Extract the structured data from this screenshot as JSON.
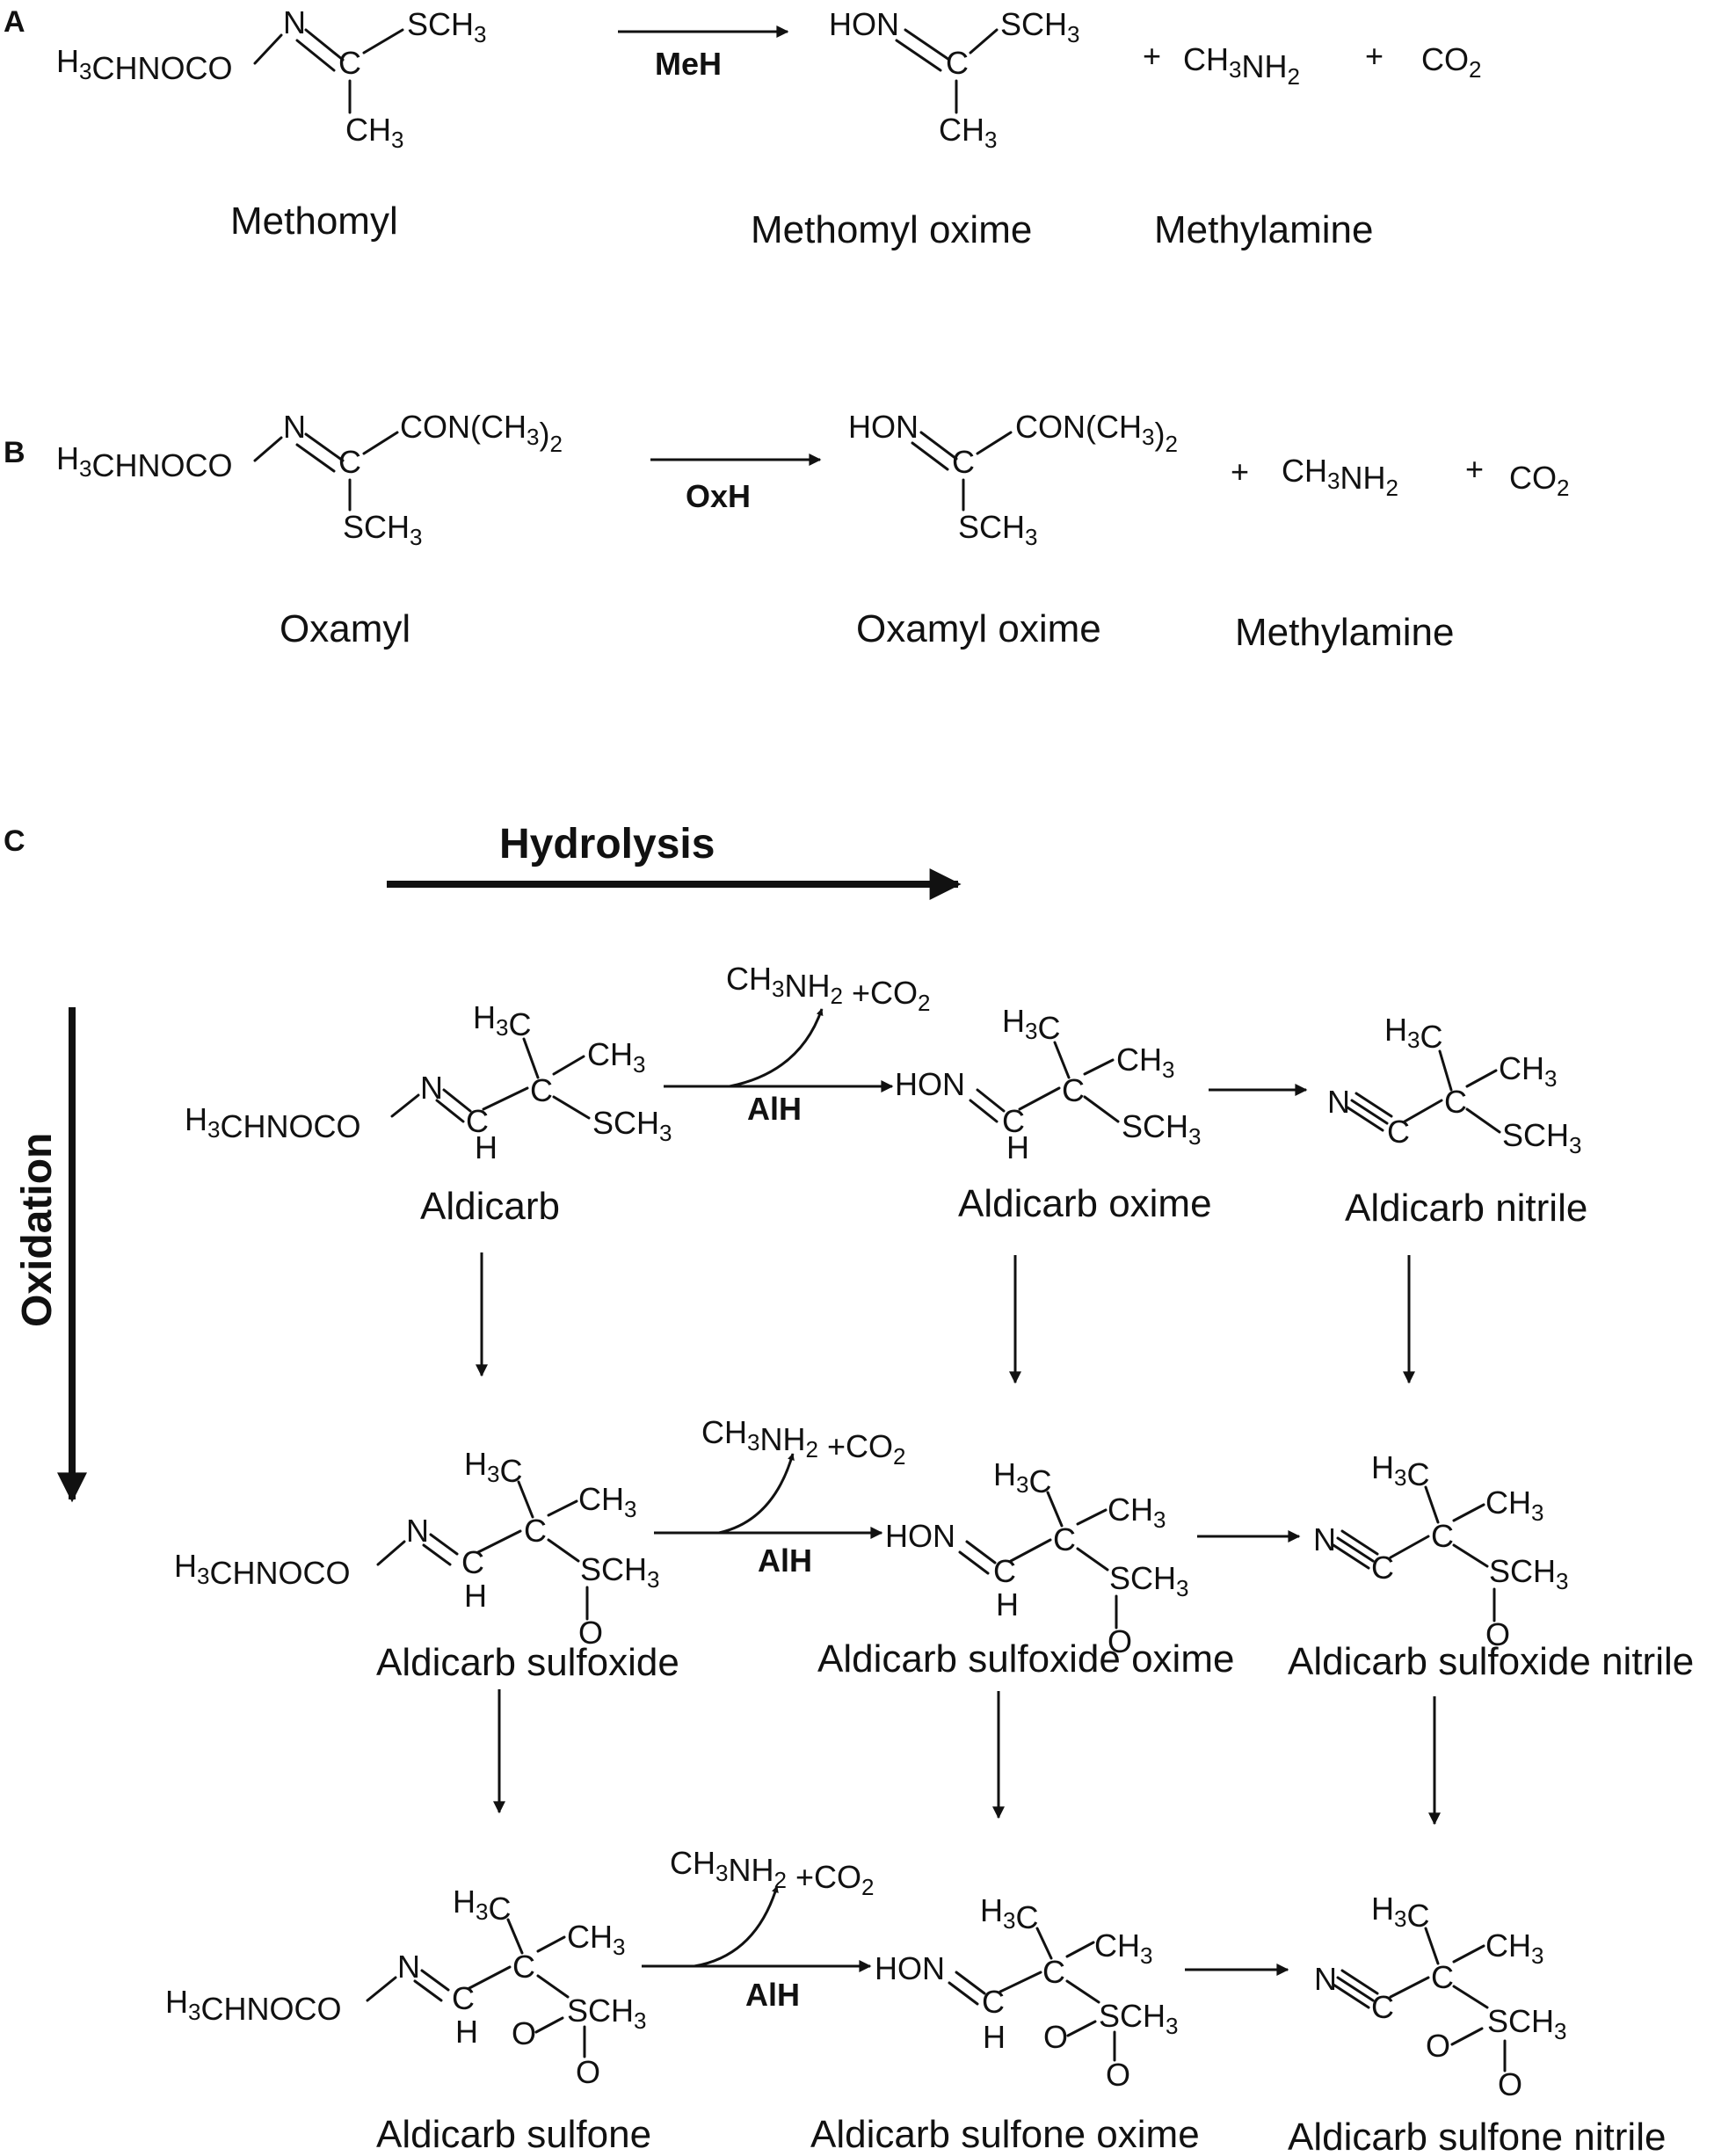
{
  "panels": [
    "A",
    "B",
    "C"
  ],
  "panel_a": {
    "reactant": {
      "left": "H3CHNOCO",
      "n": "N",
      "c": "C",
      "s": "SCH3",
      "me": "CH3"
    },
    "enzyme": "MeH",
    "product": {
      "hon": "HON",
      "c": "C",
      "s": "SCH3",
      "me": "CH3"
    },
    "plus": "+",
    "amine": "CH3NH2",
    "co2": "CO2",
    "labels": {
      "reactant": "Methomyl",
      "oxime": "Methomyl oxime",
      "amine": "Methylamine"
    }
  },
  "panel_b": {
    "reactant": {
      "left": "H3CHNOCO",
      "n": "N",
      "c": "C",
      "amide": "CON(CH3)2",
      "s": "SCH3"
    },
    "enzyme": "OxH",
    "product": {
      "hon": "HON",
      "c": "C",
      "amide": "CON(CH3)2",
      "s": "SCH3"
    },
    "plus": "+",
    "amine": "CH3NH2",
    "co2": "CO2",
    "labels": {
      "reactant": "Oxamyl",
      "oxime": "Oxamyl oxime",
      "amine": "Methylamine"
    }
  },
  "panel_c": {
    "hydrolysis": "Hydrolysis",
    "oxidation": "Oxidation",
    "enzyme": "AlH",
    "byproducts": "CH3NH2 +CO2",
    "atoms": {
      "h3c": "H3C",
      "ch3": "CH3",
      "sch3": "SCH3",
      "c": "C",
      "h": "H",
      "n": "N",
      "o": "O",
      "hon": "HON",
      "carbamate": "H3CHNOCO"
    },
    "labels": {
      "r1": [
        "Aldicarb",
        "Aldicarb oxime",
        "Aldicarb nitrile"
      ],
      "r2": [
        "Aldicarb sulfoxide",
        "Aldicarb sulfoxide oxime",
        "Aldicarb sulfoxide nitrile"
      ],
      "r3": [
        "Aldicarb sulfone",
        "Aldicarb sulfone oxime",
        "Aldicarb sulfone nitrile"
      ]
    }
  }
}
